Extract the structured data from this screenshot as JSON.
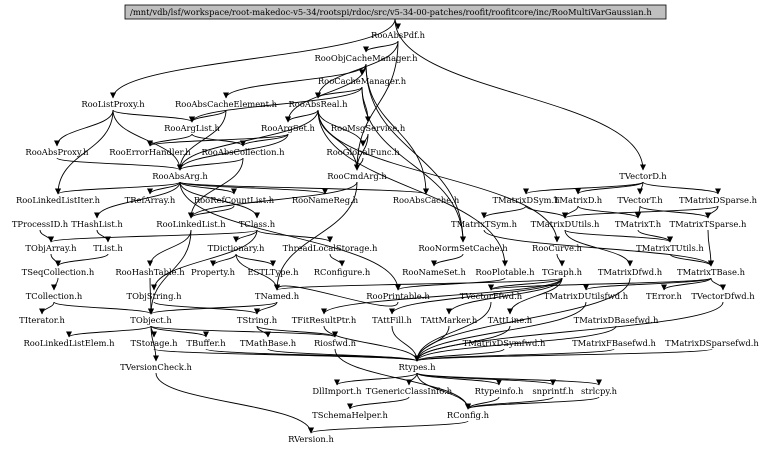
{
  "root": "/mnt/vdb/lsf/workspace/root-makedoc-v5-34/rootspi/rdoc/src/v5-34-00-patches/roofit/roofitcore/inc/RooMultiVarGaussian.h",
  "nodes": [
    {
      "id": "RooAbsPdf",
      "label": "RooAbsPdf.h"
    },
    {
      "id": "RooObjCacheManager",
      "label": "RooObjCacheManager.h"
    },
    {
      "id": "RooCacheManager",
      "label": "RooCacheManager.h"
    },
    {
      "id": "RooListProxy",
      "label": "RooListProxy.h"
    },
    {
      "id": "RooAbsCacheElement",
      "label": "RooAbsCacheElement.h"
    },
    {
      "id": "RooAbsReal",
      "label": "RooAbsReal.h"
    },
    {
      "id": "RooArgList",
      "label": "RooArgList.h"
    },
    {
      "id": "RooArgSet",
      "label": "RooArgSet.h"
    },
    {
      "id": "RooMsgService",
      "label": "RooMsgService.h"
    },
    {
      "id": "RooAbsProxy",
      "label": "RooAbsProxy.h"
    },
    {
      "id": "RooErrorHandler",
      "label": "RooErrorHandler.h"
    },
    {
      "id": "RooAbsCollection",
      "label": "RooAbsCollection.h"
    },
    {
      "id": "RooGlobalFunc",
      "label": "RooGlobalFunc.h"
    },
    {
      "id": "RooAbsArg",
      "label": "RooAbsArg.h"
    },
    {
      "id": "RooCmdArg",
      "label": "RooCmdArg.h"
    },
    {
      "id": "TVectorD",
      "label": "TVectorD.h"
    },
    {
      "id": "RooLinkedListIter",
      "label": "RooLinkedListIter.h"
    },
    {
      "id": "TRefArray",
      "label": "TRefArray.h"
    },
    {
      "id": "RooRefCountList",
      "label": "RooRefCountList.h"
    },
    {
      "id": "RooNameReg",
      "label": "RooNameReg.h"
    },
    {
      "id": "RooAbsCache",
      "label": "RooAbsCache.h"
    },
    {
      "id": "TMatrixDSym",
      "label": "TMatrixDSym.h"
    },
    {
      "id": "TMatrixD",
      "label": "TMatrixD.h"
    },
    {
      "id": "TVectorT",
      "label": "TVectorT.h"
    },
    {
      "id": "TMatrixDSparse",
      "label": "TMatrixDSparse.h"
    },
    {
      "id": "TProcessID",
      "label": "TProcessID.h"
    },
    {
      "id": "THashList",
      "label": "THashList.h"
    },
    {
      "id": "RooLinkedList",
      "label": "RooLinkedList.h"
    },
    {
      "id": "TClass",
      "label": "TClass.h"
    },
    {
      "id": "TMatrixTSym",
      "label": "TMatrixTSym.h"
    },
    {
      "id": "TMatrixDUtils",
      "label": "TMatrixDUtils.h"
    },
    {
      "id": "TMatrixT",
      "label": "TMatrixT.h"
    },
    {
      "id": "TMatrixTSparse",
      "label": "TMatrixTSparse.h"
    },
    {
      "id": "TObjArray",
      "label": "TObjArray.h"
    },
    {
      "id": "TList",
      "label": "TList.h"
    },
    {
      "id": "TDictionary",
      "label": "TDictionary.h"
    },
    {
      "id": "ThreadLocalStorage",
      "label": "ThreadLocalStorage.h"
    },
    {
      "id": "RooNormSetCache",
      "label": "RooNormSetCache.h"
    },
    {
      "id": "RooCurve",
      "label": "RooCurve.h"
    },
    {
      "id": "TMatrixTUtils",
      "label": "TMatrixTUtils.h"
    },
    {
      "id": "TSeqCollection",
      "label": "TSeqCollection.h"
    },
    {
      "id": "RooHashTable",
      "label": "RooHashTable.h"
    },
    {
      "id": "Property",
      "label": "Property.h"
    },
    {
      "id": "ESTLType",
      "label": "ESTLType.h"
    },
    {
      "id": "RConfigure",
      "label": "RConfigure.h"
    },
    {
      "id": "RooNameSet",
      "label": "RooNameSet.h"
    },
    {
      "id": "RooPlotable",
      "label": "RooPlotable.h"
    },
    {
      "id": "TGraph",
      "label": "TGraph.h"
    },
    {
      "id": "TMatrixDfwd",
      "label": "TMatrixDfwd.h"
    },
    {
      "id": "TMatrixTBase",
      "label": "TMatrixTBase.h"
    },
    {
      "id": "TCollection",
      "label": "TCollection.h"
    },
    {
      "id": "TObjString",
      "label": "TObjString.h"
    },
    {
      "id": "TNamed",
      "label": "TNamed.h"
    },
    {
      "id": "RooPrintable",
      "label": "RooPrintable.h"
    },
    {
      "id": "TVectorFfwd",
      "label": "TVectorFfwd.h"
    },
    {
      "id": "TMatrixDUtilsfwd",
      "label": "TMatrixDUtilsfwd.h"
    },
    {
      "id": "TError",
      "label": "TError.h"
    },
    {
      "id": "TVectorDfwd",
      "label": "TVectorDfwd.h"
    },
    {
      "id": "TIterator",
      "label": "TIterator.h"
    },
    {
      "id": "TObject",
      "label": "TObject.h"
    },
    {
      "id": "TString",
      "label": "TString.h"
    },
    {
      "id": "TFitResultPtr",
      "label": "TFitResultPtr.h"
    },
    {
      "id": "TAttFill",
      "label": "TAttFill.h"
    },
    {
      "id": "TAttMarker",
      "label": "TAttMarker.h"
    },
    {
      "id": "TAttLine",
      "label": "TAttLine.h"
    },
    {
      "id": "TMatrixDBasefwd",
      "label": "TMatrixDBasefwd.h"
    },
    {
      "id": "RooLinkedListElem",
      "label": "RooLinkedListElem.h"
    },
    {
      "id": "TStorage",
      "label": "TStorage.h"
    },
    {
      "id": "TBuffer",
      "label": "TBuffer.h"
    },
    {
      "id": "TMathBase",
      "label": "TMathBase.h"
    },
    {
      "id": "Riosfwd",
      "label": "Riosfwd.h"
    },
    {
      "id": "TMatrixDSymfwd",
      "label": "TMatrixDSymfwd.h"
    },
    {
      "id": "TMatrixFBasefwd",
      "label": "TMatrixFBasefwd.h"
    },
    {
      "id": "TMatrixDSparsefwd",
      "label": "TMatrixDSparsefwd.h"
    },
    {
      "id": "Rtypes",
      "label": "Rtypes.h"
    },
    {
      "id": "TVersionCheck",
      "label": "TVersionCheck.h"
    },
    {
      "id": "DllImport",
      "label": "DllImport.h"
    },
    {
      "id": "TGenericClassInfo",
      "label": "TGenericClassInfo.h"
    },
    {
      "id": "Rtypeinfo",
      "label": "Rtypeinfo.h"
    },
    {
      "id": "snprintf",
      "label": "snprintf.h"
    },
    {
      "id": "strlcpy",
      "label": "strlcpy.h"
    },
    {
      "id": "TSchemaHelper",
      "label": "TSchemaHelper.h"
    },
    {
      "id": "RConfig",
      "label": "RConfig.h"
    },
    {
      "id": "RVersion",
      "label": "RVersion.h"
    }
  ],
  "edges": [
    [
      "root",
      "RooAbsPdf"
    ],
    [
      "root",
      "RooListProxy"
    ],
    [
      "root",
      "TVectorD"
    ],
    [
      "RooAbsPdf",
      "RooObjCacheManager"
    ],
    [
      "RooAbsPdf",
      "RooAbsReal"
    ],
    [
      "RooAbsPdf",
      "RooCmdArg"
    ],
    [
      "RooObjCacheManager",
      "RooCacheManager"
    ],
    [
      "RooObjCacheManager",
      "RooAbsCacheElement"
    ],
    [
      "RooObjCacheManager",
      "RooArgSet"
    ],
    [
      "RooObjCacheManager",
      "RooAbsCache"
    ],
    [
      "RooObjCacheManager",
      "RooNormSetCache"
    ],
    [
      "RooCacheManager",
      "RooMsgService"
    ],
    [
      "RooCacheManager",
      "RooAbsReal"
    ],
    [
      "RooCacheManager",
      "RooArgList"
    ],
    [
      "RooCacheManager",
      "RooNormSetCache"
    ],
    [
      "RooListProxy",
      "RooArgList"
    ],
    [
      "RooListProxy",
      "RooAbsProxy"
    ],
    [
      "RooListProxy",
      "RooLinkedListIter"
    ],
    [
      "RooListProxy",
      "RooAbsArg"
    ],
    [
      "RooAbsCacheElement",
      "RooArgList"
    ],
    [
      "RooAbsCacheElement",
      "RooAbsArg"
    ],
    [
      "RooAbsReal",
      "RooArgSet"
    ],
    [
      "RooAbsReal",
      "RooGlobalFunc"
    ],
    [
      "RooAbsReal",
      "RooAbsArg"
    ],
    [
      "RooAbsReal",
      "RooCmdArg"
    ],
    [
      "RooAbsReal",
      "RooCurve"
    ],
    [
      "RooAbsReal",
      "RooPlotable"
    ],
    [
      "RooArgList",
      "RooAbsCollection"
    ],
    [
      "RooArgList",
      "RooErrorHandler"
    ],
    [
      "RooArgSet",
      "RooAbsCollection"
    ],
    [
      "RooArgSet",
      "RooErrorHandler"
    ],
    [
      "RooArgSet",
      "RooAbsArg"
    ],
    [
      "RooMsgService",
      "RooGlobalFunc"
    ],
    [
      "RooMsgService",
      "RooCmdArg"
    ],
    [
      "RooAbsProxy",
      "RooAbsArg"
    ],
    [
      "RooAbsCollection",
      "RooAbsArg"
    ],
    [
      "RooAbsCollection",
      "RooLinkedList"
    ],
    [
      "RooGlobalFunc",
      "RooCmdArg"
    ],
    [
      "RooAbsArg",
      "RooLinkedListIter"
    ],
    [
      "RooAbsArg",
      "TRefArray"
    ],
    [
      "RooAbsArg",
      "RooRefCountList"
    ],
    [
      "RooAbsArg",
      "RooNameReg"
    ],
    [
      "RooAbsArg",
      "THashList"
    ],
    [
      "RooAbsArg",
      "TClass"
    ],
    [
      "RooAbsArg",
      "RooAbsCache"
    ],
    [
      "RooAbsArg",
      "RooPrintable"
    ],
    [
      "RooCmdArg",
      "RooLinkedList"
    ],
    [
      "RooCmdArg",
      "TNamed"
    ],
    [
      "TVectorD",
      "TMatrixDSym"
    ],
    [
      "TVectorD",
      "TMatrixD"
    ],
    [
      "TVectorD",
      "TVectorT"
    ],
    [
      "TVectorD",
      "TMatrixDSparse"
    ],
    [
      "TMatrixDSym",
      "TMatrixTSym"
    ],
    [
      "TMatrixDSym",
      "TMatrixDUtils"
    ],
    [
      "TMatrixD",
      "TMatrixT"
    ],
    [
      "TMatrixD",
      "TMatrixDUtils"
    ],
    [
      "TVectorT",
      "TMatrixT"
    ],
    [
      "TVectorT",
      "TMatrixTSparse"
    ],
    [
      "TMatrixDSparse",
      "TMatrixTSparse"
    ],
    [
      "TMatrixDSparse",
      "TMatrixDUtils"
    ],
    [
      "TMatrixTSym",
      "TMatrixTBase"
    ],
    [
      "TMatrixT",
      "TMatrixTUtils"
    ],
    [
      "TMatrixTSparse",
      "TMatrixTBase"
    ],
    [
      "TMatrixDUtils",
      "TMatrixTUtils"
    ],
    [
      "TMatrixTUtils",
      "TMatrixTBase"
    ],
    [
      "TMatrixDUtils",
      "TMatrixDfwd"
    ],
    [
      "TMatrixTBase",
      "TError"
    ],
    [
      "TMatrixTBase",
      "TVectorDfwd"
    ],
    [
      "TMatrixTBase",
      "TMatrixDUtilsfwd"
    ],
    [
      "TMatrixTBase",
      "TVectorFfwd"
    ],
    [
      "RooRefCountList",
      "RooLinkedList"
    ],
    [
      "RooLinkedList",
      "RooHashTable"
    ],
    [
      "RooLinkedList",
      "TObject"
    ],
    [
      "TProcessID",
      "TObjArray"
    ],
    [
      "THashList",
      "TList"
    ],
    [
      "TObjArray",
      "TSeqCollection"
    ],
    [
      "TList",
      "TSeqCollection"
    ],
    [
      "TClass",
      "TDictionary"
    ],
    [
      "TClass",
      "ThreadLocalStorage"
    ],
    [
      "TClass",
      "TObjArray"
    ],
    [
      "TClass",
      "TObjString"
    ],
    [
      "TDictionary",
      "Property"
    ],
    [
      "TDictionary",
      "ESTLType"
    ],
    [
      "TDictionary",
      "TNamed"
    ],
    [
      "ThreadLocalStorage",
      "RConfigure"
    ],
    [
      "RooNormSetCache",
      "RooNameSet"
    ],
    [
      "RooCurve",
      "TGraph"
    ],
    [
      "RooPlotable",
      "RooPrintable"
    ],
    [
      "TGraph",
      "TNamed"
    ],
    [
      "TGraph",
      "TAttLine"
    ],
    [
      "TGraph",
      "TAttFill"
    ],
    [
      "TGraph",
      "TAttMarker"
    ],
    [
      "TGraph",
      "TVectorFfwd"
    ],
    [
      "TGraph",
      "TFitResultPtr"
    ],
    [
      "TSeqCollection",
      "TCollection"
    ],
    [
      "TCollection",
      "TObject"
    ],
    [
      "TCollection",
      "TIterator"
    ],
    [
      "RooHashTable",
      "TObject"
    ],
    [
      "TObjString",
      "TString"
    ],
    [
      "TNamed",
      "TObject"
    ],
    [
      "TNamed",
      "TString"
    ],
    [
      "RooPrintable",
      "TNamed"
    ],
    [
      "TMatrixDfwd",
      "Rtypes"
    ],
    [
      "TMatrixDUtilsfwd",
      "Rtypes"
    ],
    [
      "TVectorDfwd",
      "Rtypes"
    ],
    [
      "TVectorFfwd",
      "Rtypes"
    ],
    [
      "TObject",
      "TStorage"
    ],
    [
      "TObject",
      "TBuffer"
    ],
    [
      "TObject",
      "TVersionCheck"
    ],
    [
      "TObject",
      "Riosfwd"
    ],
    [
      "TObject",
      "RooLinkedListElem"
    ],
    [
      "TString",
      "TMathBase"
    ],
    [
      "TString",
      "Riosfwd"
    ],
    [
      "TFitResultPtr",
      "Rtypes"
    ],
    [
      "TAttFill",
      "Rtypes"
    ],
    [
      "TAttMarker",
      "Rtypes"
    ],
    [
      "TAttLine",
      "Rtypes"
    ],
    [
      "TMatrixDSymfwd",
      "Rtypes"
    ],
    [
      "TMatrixDBasefwd",
      "Rtypes"
    ],
    [
      "TMatrixFBasefwd",
      "Rtypes"
    ],
    [
      "TMatrixDSparsefwd",
      "Rtypes"
    ],
    [
      "TStorage",
      "Rtypes"
    ],
    [
      "TBuffer",
      "Rtypes"
    ],
    [
      "TMathBase",
      "Rtypes"
    ],
    [
      "Riosfwd",
      "RConfig"
    ],
    [
      "Rtypes",
      "DllImport"
    ],
    [
      "Rtypes",
      "TGenericClassInfo"
    ],
    [
      "Rtypes",
      "Rtypeinfo"
    ],
    [
      "Rtypes",
      "snprintf"
    ],
    [
      "Rtypes",
      "strlcpy"
    ],
    [
      "Rtypes",
      "RConfig"
    ],
    [
      "TGenericClassInfo",
      "TSchemaHelper"
    ],
    [
      "Rtypeinfo",
      "RConfig"
    ],
    [
      "snprintf",
      "RConfig"
    ],
    [
      "strlcpy",
      "RConfig"
    ],
    [
      "TVersionCheck",
      "RVersion"
    ],
    [
      "RConfig",
      "RVersion"
    ]
  ]
}
